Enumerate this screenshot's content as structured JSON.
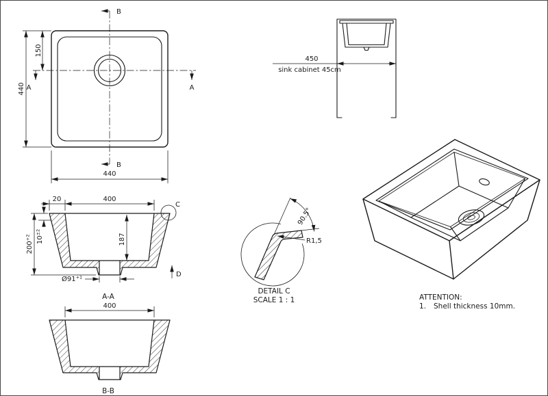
{
  "plan": {
    "marker_a": "A",
    "marker_b": "B",
    "dim_height": "440",
    "dim_drain_offset": "150",
    "dim_width": "440"
  },
  "cabinet": {
    "dim_width": "450",
    "caption": "sink cabinet 45cm"
  },
  "section_aa": {
    "dim_rim": "20",
    "dim_inner_width": "400",
    "dim_height": "200",
    "dim_height_tol": "+2",
    "dim_thickness": "10",
    "dim_thickness_tol": "±2",
    "dim_depth": "187",
    "dim_drain_dia": "Ø91",
    "dim_drain_tol": "+1",
    "detail_marker": "C",
    "direction_marker": "D",
    "title": "A-A"
  },
  "section_bb": {
    "dim_inner_width": "400",
    "title": "B-B"
  },
  "detail_c": {
    "dim_radius": "R1,5",
    "dim_angle": "90.5°",
    "title": "DETAIL C",
    "scale": "SCALE 1 : 1"
  },
  "notes": {
    "title": "ATTENTION:",
    "item_number": "1.",
    "item_text": "Shell thickness 10mm."
  }
}
